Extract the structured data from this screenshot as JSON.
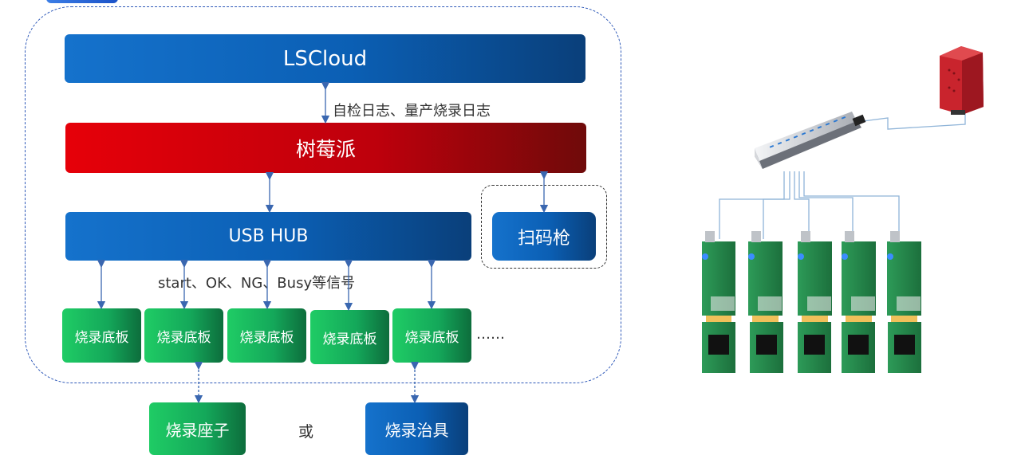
{
  "diagram": {
    "nodes": {
      "lscloud": "LSCloud",
      "raspberry_pi": "树莓派",
      "usb_hub": "USB HUB",
      "scanner": "扫码枪",
      "boards": [
        "烧录底板",
        "烧录底板",
        "烧录底板",
        "烧录底板",
        "烧录底板"
      ],
      "socket": "烧录座子",
      "fixture": "烧录治具"
    },
    "labels": {
      "logs": "自检日志、量产烧录日志",
      "signals": "start、OK、NG、Busy等信号",
      "ellipsis": "……",
      "or": "或"
    },
    "colors": {
      "blue": "#0b5fb4",
      "red": "#bd000c",
      "green": "#14a85a",
      "connector": "#3a67b0"
    }
  }
}
